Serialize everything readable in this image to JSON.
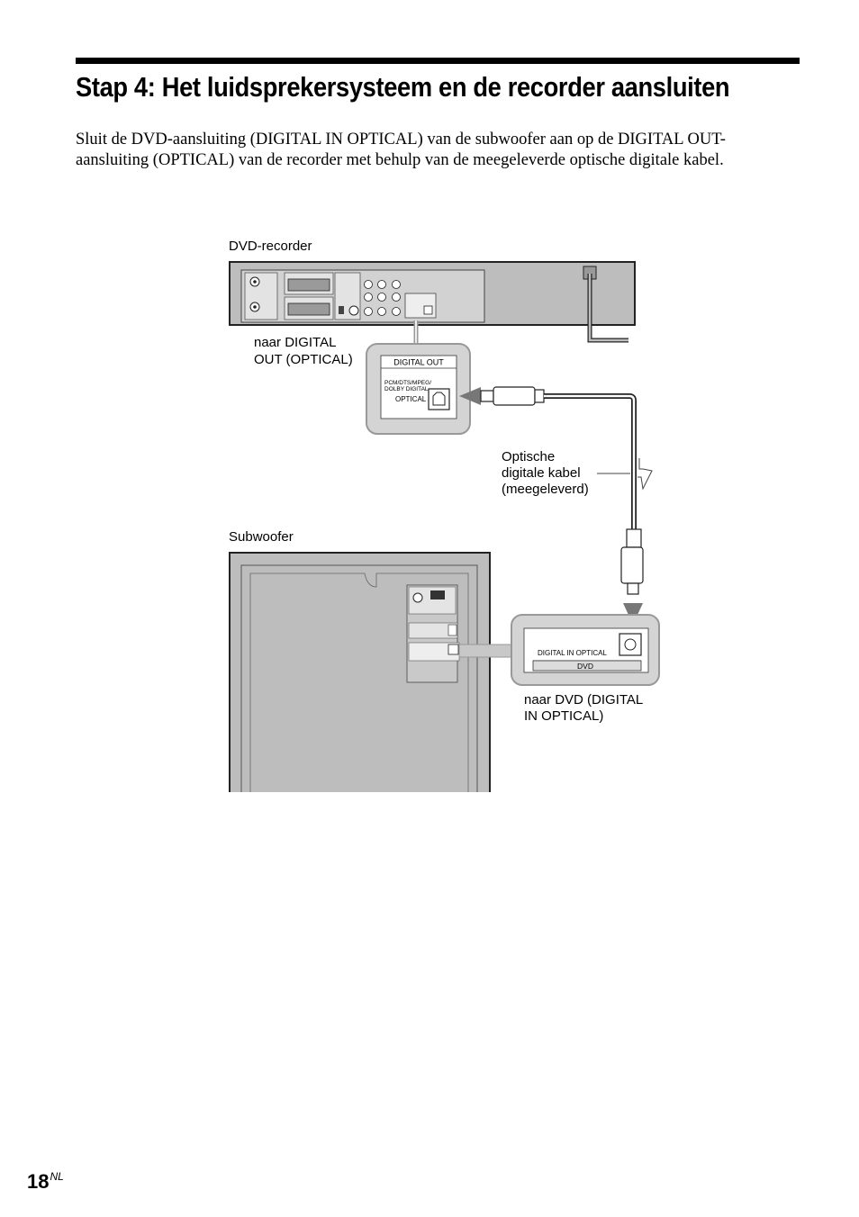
{
  "heading": "Stap 4: Het luidsprekersysteem en de recorder aansluiten",
  "intro": "Sluit de DVD-aansluiting (DIGITAL IN OPTICAL) van de subwoofer aan op de DIGITAL OUT-aansluiting (OPTICAL) van de recorder met behulp van de meegeleverde optische digitale kabel.",
  "figure": {
    "recorder_label": "DVD-recorder",
    "recorder_port_callout": [
      "naar DIGITAL",
      "OUT (OPTICAL)"
    ],
    "cable_label": [
      "Optische",
      "digitale kabel",
      "(meegeleverd)"
    ],
    "subwoofer_label": "Subwoofer",
    "subwoofer_port_callout": [
      "naar DVD (DIGITAL",
      "IN OPTICAL)"
    ],
    "digital_out_panel": {
      "header": "DIGITAL OUT",
      "formats": [
        "PCM/DTS/MPEG/",
        "DOLBY DIGITAL"
      ],
      "jack": "OPTICAL"
    },
    "digital_in_panel": {
      "jack": "DIGITAL IN OPTICAL",
      "footer": "DVD"
    }
  },
  "page_number": "18",
  "page_suffix": "NL"
}
